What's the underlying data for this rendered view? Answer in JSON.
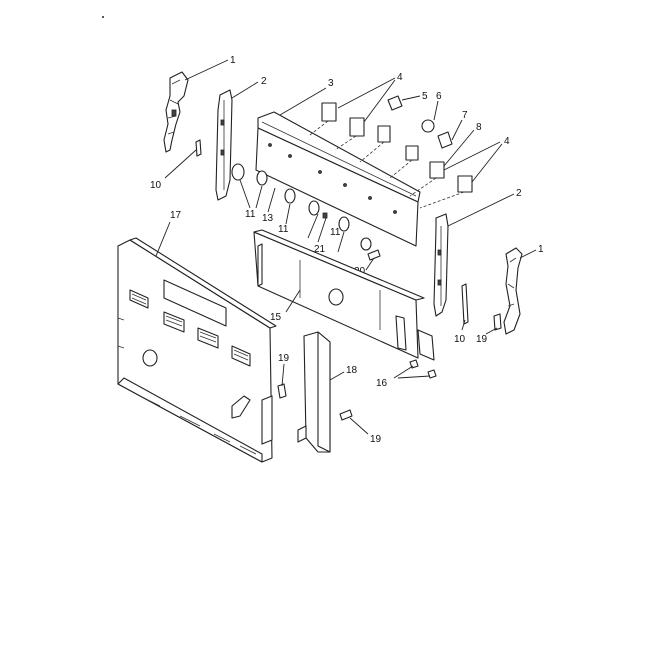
{
  "callouts": {
    "c1a": "1",
    "c2a": "2",
    "c3": "3",
    "c4a": "4",
    "c5": "5",
    "c6": "6",
    "c7": "7",
    "c8": "8",
    "c4b": "4",
    "c2b": "2",
    "c1b": "1",
    "c10a": "10",
    "c11a": "11",
    "c13": "13",
    "c11b": "11",
    "c21": "21",
    "c11c": "11",
    "c20": "20",
    "c17": "17",
    "c15": "15",
    "c10b": "10",
    "c19a": "19",
    "c19b": "19",
    "c18": "18",
    "c16": "16",
    "c19c": "19"
  }
}
